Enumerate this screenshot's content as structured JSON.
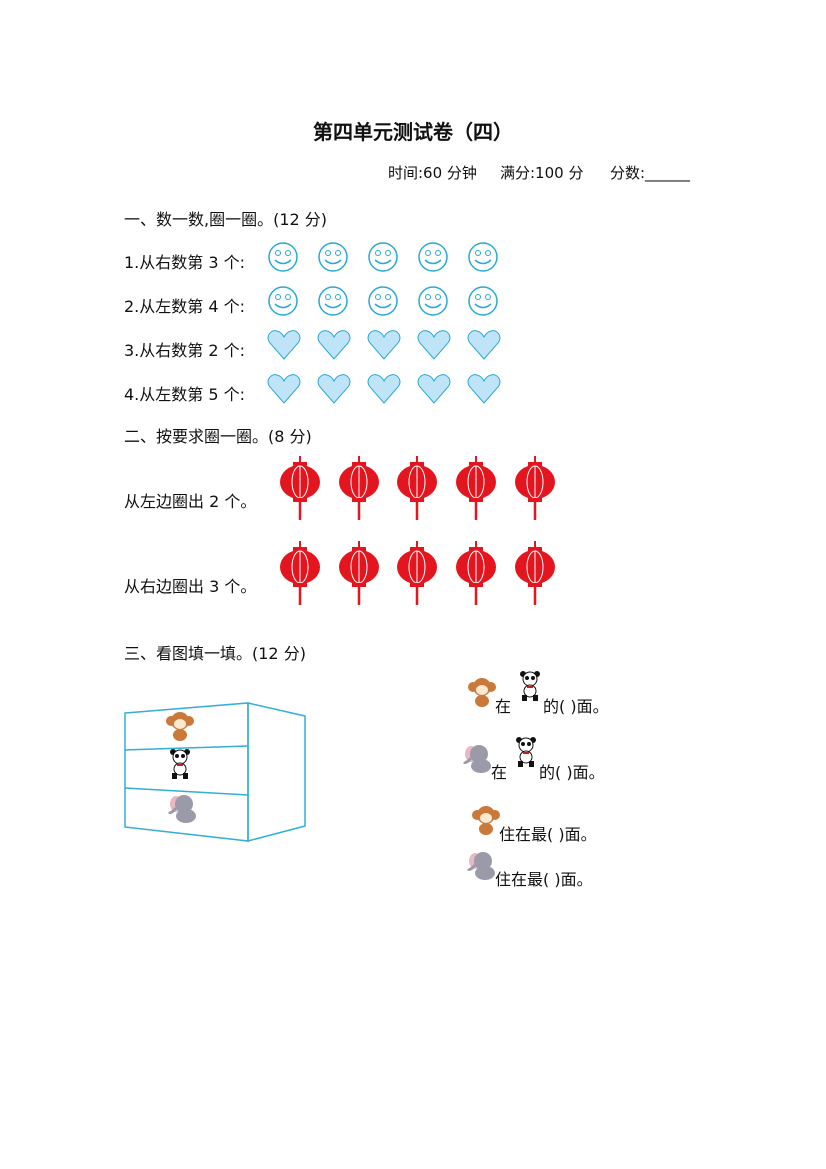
{
  "title": "第四单元测试卷（四）",
  "info": {
    "time": "时间:60 分钟",
    "full": "满分:100 分",
    "score": "分数:______"
  },
  "section1": {
    "heading": "一、数一数,圈一圈。(12 分)",
    "rows": [
      {
        "label": "1.从右数第 3 个:",
        "icon": "smiley-icon",
        "count": 5
      },
      {
        "label": "2.从左数第 4 个:",
        "icon": "smiley-icon",
        "count": 5
      },
      {
        "label": "3.从右数第 2 个:",
        "icon": "heart-icon",
        "count": 5
      },
      {
        "label": "4.从左数第 5 个:",
        "icon": "heart-icon",
        "count": 5
      }
    ]
  },
  "section2": {
    "heading": "二、按要求圈一圈。(8 分)",
    "rows": [
      {
        "label": "从左边圈出 2 个。",
        "icon": "lantern-icon",
        "count": 5
      },
      {
        "label": "从右边圈出 3 个。",
        "icon": "lantern-icon",
        "count": 5
      }
    ]
  },
  "section3": {
    "heading": "三、看图填一填。(12 分)",
    "shelf": [
      "monkey",
      "panda",
      "elephant"
    ],
    "statements": [
      {
        "a": "monkey",
        "t1": "在",
        "b": "panda",
        "t2": "的(        )面。"
      },
      {
        "a": "elephant",
        "t1": "在",
        "b": "panda",
        "t2": "的(        )面。"
      },
      {
        "a": "monkey",
        "t1": "住在最(        )面。"
      },
      {
        "a": "elephant",
        "t1": "住在最(        )面。"
      }
    ]
  },
  "colors": {
    "icon_line": "#2aa8d6",
    "heart_fill": "#bfe3f7",
    "lantern": "#e3161f",
    "shelf": "#33aed6",
    "monkey": "#c9793a",
    "elephant": "#9a9aa8"
  }
}
